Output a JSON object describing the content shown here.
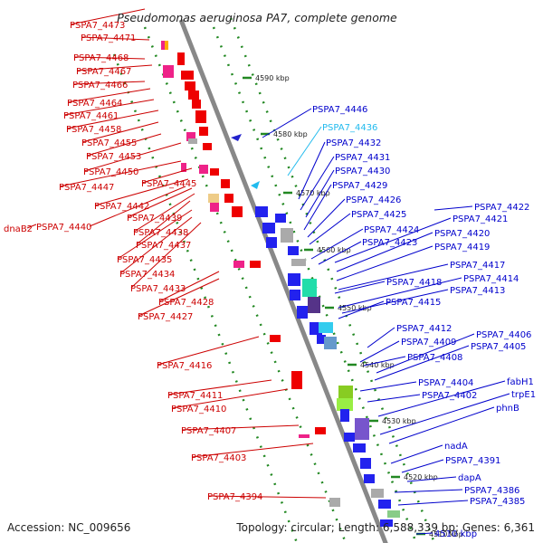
{
  "title": "Pseudomonas aeruginosa PA7, complete genome",
  "footer": {
    "accession": "Accession: NC_009656",
    "summary": "Topology: circular; Length: 6,588,339 bp; Genes: 6,361"
  },
  "kbp_labels": [
    "4590 kbp",
    "4580 kbp",
    "4570 kbp",
    "4560 kbp",
    "4550 kbp",
    "4540 kbp",
    "4530 kbp",
    "4520 kbp",
    "4510 kbp"
  ],
  "colors": {
    "reverse_label": "#cc0000",
    "forward_label": "#0000cc",
    "highlight_label": "#22bbee",
    "backbone": "#888888",
    "tick": "#228822"
  },
  "reverse_genes": [
    "PSPA7_4473",
    "PSPA7_4471",
    "PSPA7_4468",
    "PSPA7_4467",
    "PSPA7_4466",
    "PSPA7_4464",
    "PSPA7_4461",
    "PSPA7_4458",
    "PSPA7_4455",
    "PSPA7_4453",
    "PSPA7_4450",
    "PSPA7_4447",
    "PSPA7_4445",
    "PSPA7_4442",
    "PSPA7_4439",
    "dnaB2",
    "PSPA7_4440",
    "PSPA7_4438",
    "PSPA7_4437",
    "PSPA7_4435",
    "PSPA7_4434",
    "PSPA7_4433",
    "PSPA7_4428",
    "PSPA7_4427",
    "PSPA7_4416",
    "PSPA7_4411",
    "PSPA7_4410",
    "PSPA7_4407",
    "PSPA7_4403",
    "PSPA7_4394"
  ],
  "forward_genes": [
    "PSPA7_4446",
    "PSPA7_4436",
    "PSPA7_4432",
    "PSPA7_4431",
    "PSPA7_4430",
    "PSPA7_4429",
    "PSPA7_4426",
    "PSPA7_4425",
    "PSPA7_4424",
    "PSPA7_4423",
    "PSPA7_4422",
    "PSPA7_4421",
    "PSPA7_4420",
    "PSPA7_4419",
    "PSPA7_4417",
    "PSPA7_4418",
    "PSPA7_4414",
    "PSPA7_4413",
    "PSPA7_4415",
    "PSPA7_4412",
    "PSPA7_4409",
    "PSPA7_4406",
    "PSPA7_4405",
    "PSPA7_4408",
    "PSPA7_4404",
    "PSPA7_4402",
    "fabH1",
    "trpE1",
    "phnB",
    "nadA",
    "PSPA7_4391",
    "dapA",
    "PSPA7_4386",
    "PSPA7_4385",
    "4510 kbp"
  ]
}
